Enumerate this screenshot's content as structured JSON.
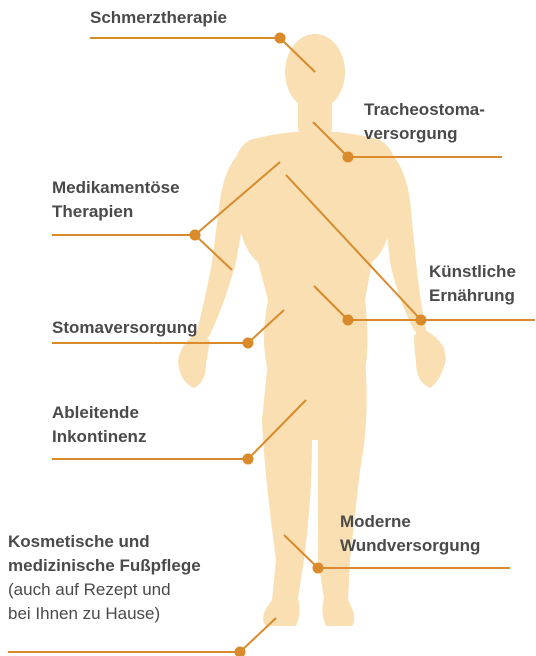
{
  "colors": {
    "body": "#f9dfb2",
    "line": "#d98a2b",
    "dot": "#d98a2b",
    "text": "#4a4a4a"
  },
  "labels": {
    "schmerz": {
      "line1": "Schmerztherapie"
    },
    "tracheo": {
      "line1": "Tracheostoma-",
      "line2": "versorgung"
    },
    "medikament": {
      "line1": "Medikamentöse",
      "line2": "Therapien"
    },
    "ernaehrung": {
      "line1": "Künstliche",
      "line2": "Ernährung"
    },
    "stoma": {
      "line1": "Stomaversorgung"
    },
    "inkontinenz": {
      "line1": "Ableitende",
      "line2": "Inkontinenz"
    },
    "wund": {
      "line1": "Moderne",
      "line2": "Wundversorgung"
    },
    "fuss": {
      "line1": "Kosmetische und",
      "line2": "medizinische Fußpflege",
      "line3": "(auch auf Rezept und",
      "line4": "bei Ihnen zu Hause)"
    }
  }
}
